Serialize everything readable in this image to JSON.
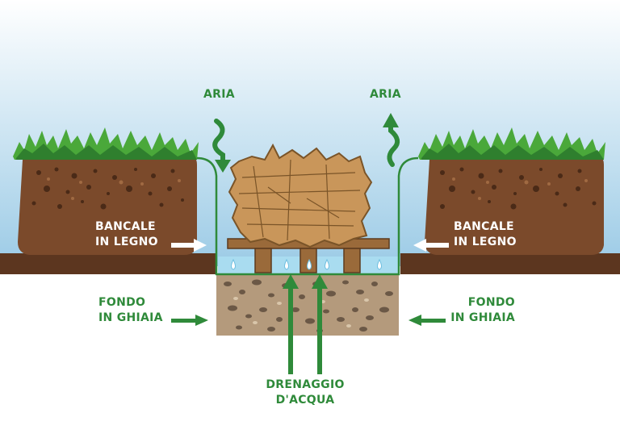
{
  "labels": {
    "air_left": "ARIA",
    "air_right": "ARIA",
    "pallet_left_1": "BANCALE",
    "pallet_left_2": "IN LEGNO",
    "pallet_right_1": "BANCALE",
    "pallet_right_2": "IN LEGNO",
    "gravel_left_1": "FONDO",
    "gravel_left_2": "IN GHIAIA",
    "gravel_right_1": "FONDO",
    "gravel_right_2": "IN GHIAIA",
    "drain_1": "DRENAGGIO",
    "drain_2": "D'ACQUA"
  },
  "colors": {
    "sky_top": "#ffffff",
    "sky_bottom": "#9ccbe6",
    "soil": "#7b4a2b",
    "soil_dark": "#5c361f",
    "grass": "#4aa83a",
    "gravel": "#b49a7c",
    "hay": "#c9965a",
    "wood": "#9a6a3a",
    "water": "#a9dcf0",
    "label_green": "#2f8a3a"
  }
}
